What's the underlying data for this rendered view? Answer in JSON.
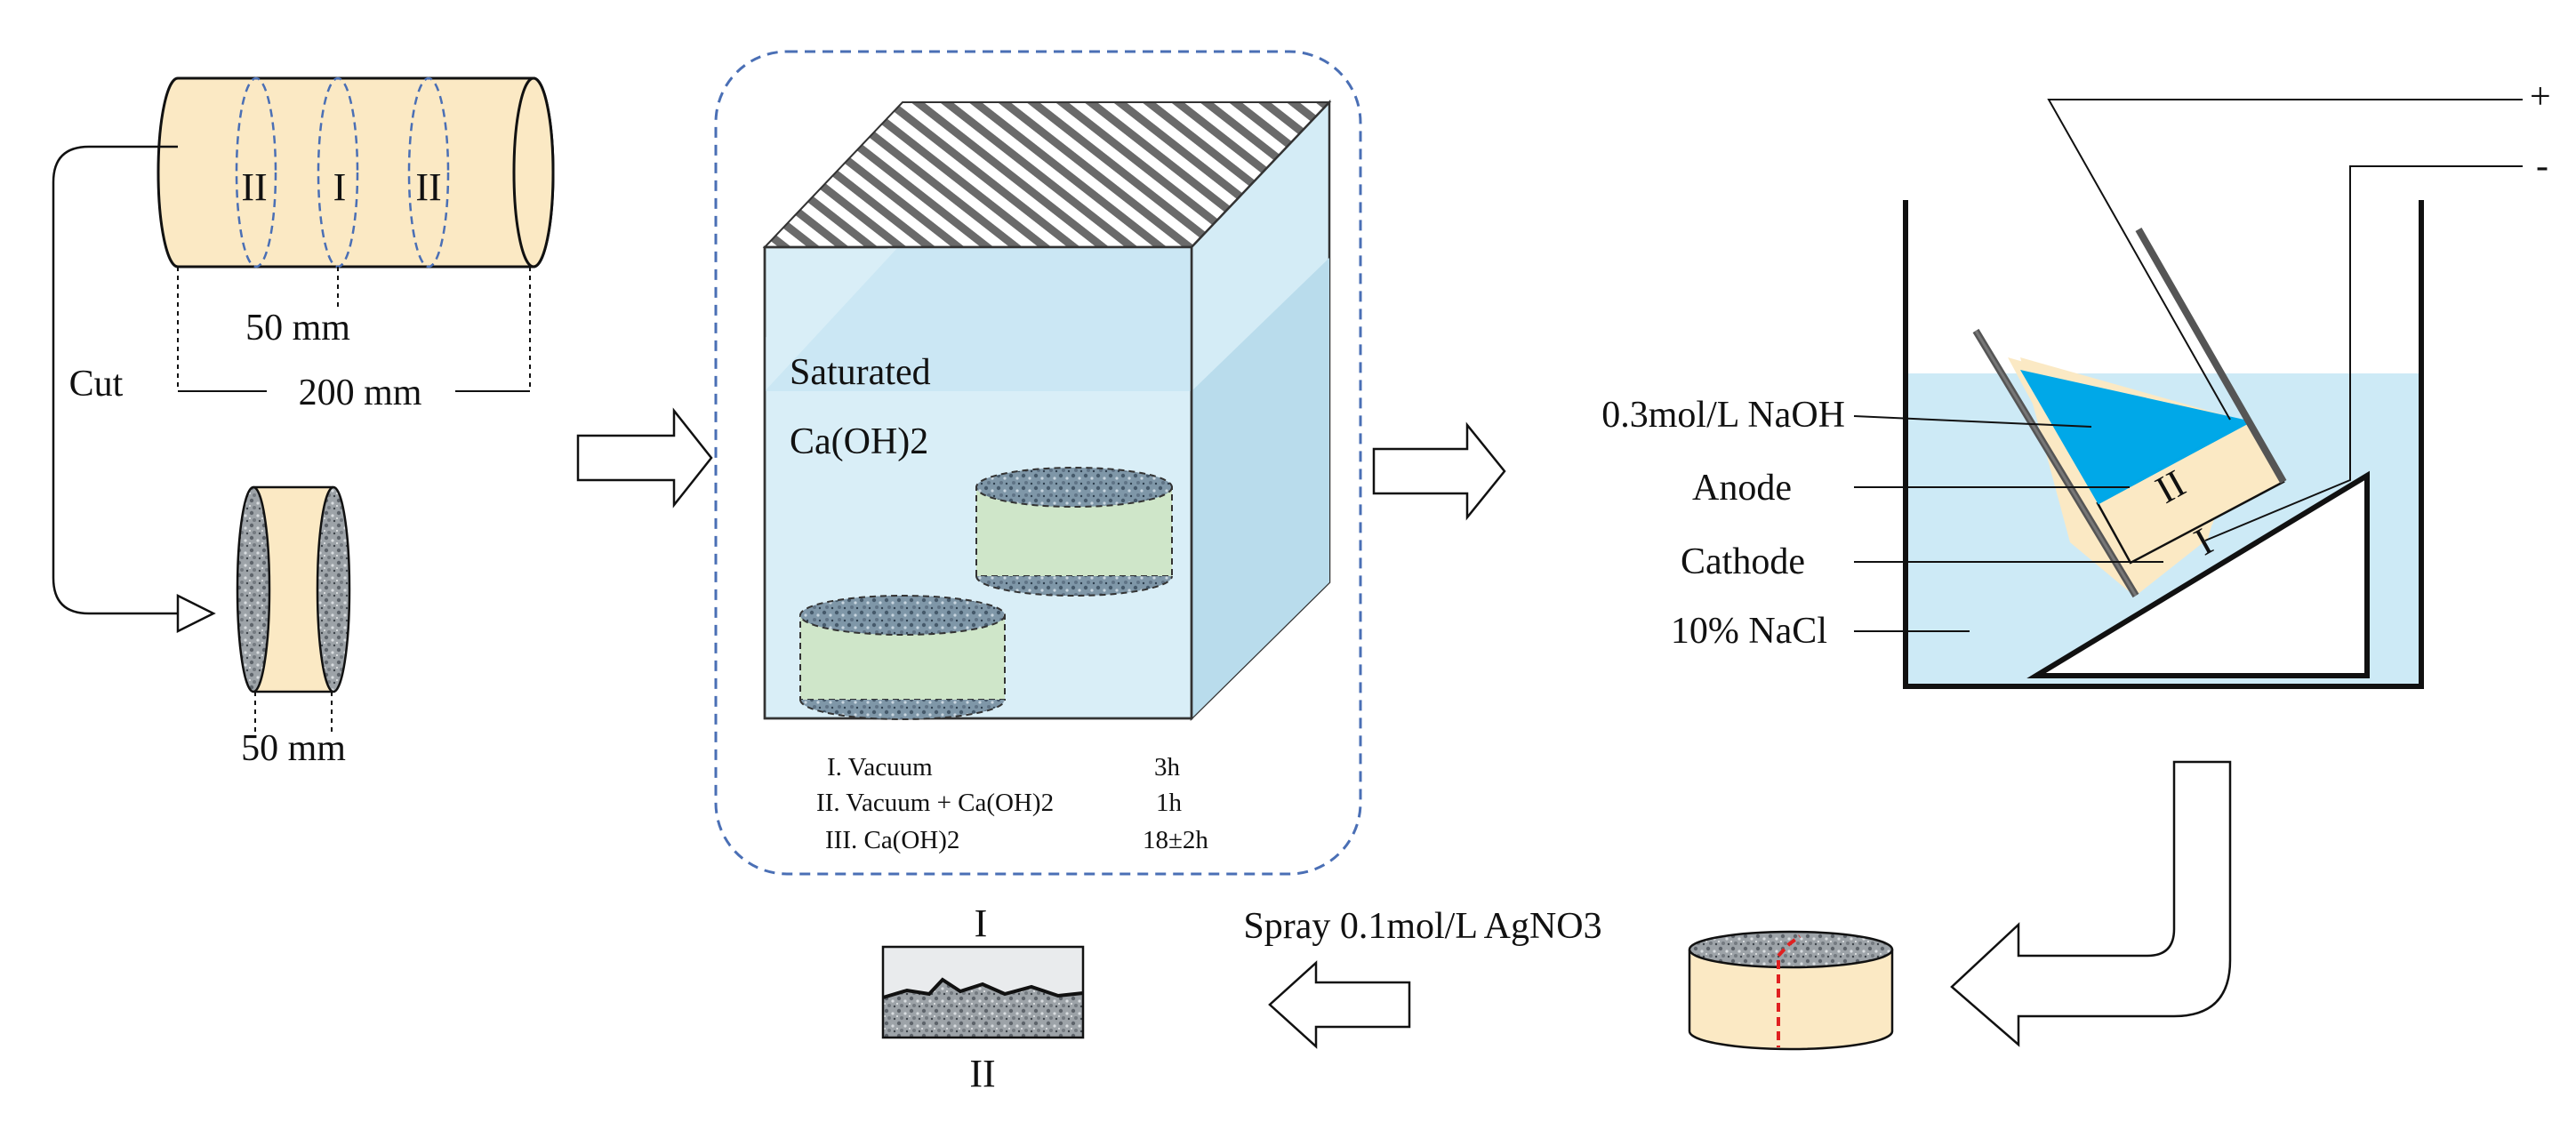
{
  "stage1": {
    "section_left": "II",
    "section_mid": "I",
    "section_right": "II",
    "dim_50mm": "50 mm",
    "dim_200mm": "200 mm",
    "cut_label": "Cut",
    "slice_dim": "50 mm"
  },
  "stage2": {
    "solution_line1": "Saturated",
    "solution_line2": "Ca(OH)2",
    "steps": [
      {
        "label": "I. Vacuum",
        "time": "3h"
      },
      {
        "label": "II. Vacuum + Ca(OH)2",
        "time": "1h"
      },
      {
        "label": "III. Ca(OH)2",
        "time": "18±2h"
      }
    ]
  },
  "stage3": {
    "plus": "+",
    "minus": "-",
    "naoh": "0.3mol/L NaOH",
    "anode": "Anode",
    "cathode": "Cathode",
    "nacl": "10% NaCl",
    "specimen_top": "II",
    "specimen_bottom": "I"
  },
  "stage4": {
    "spray": "Spray 0.1mol/L AgNO3",
    "split_top": "I",
    "split_bottom": "II"
  },
  "colors": {
    "specimen": "#fbe9c4",
    "water": "#cdeaf6",
    "naoh": "#00a8e8",
    "dashed_frame": "#4a6fb5",
    "red_mark": "#e02020"
  }
}
